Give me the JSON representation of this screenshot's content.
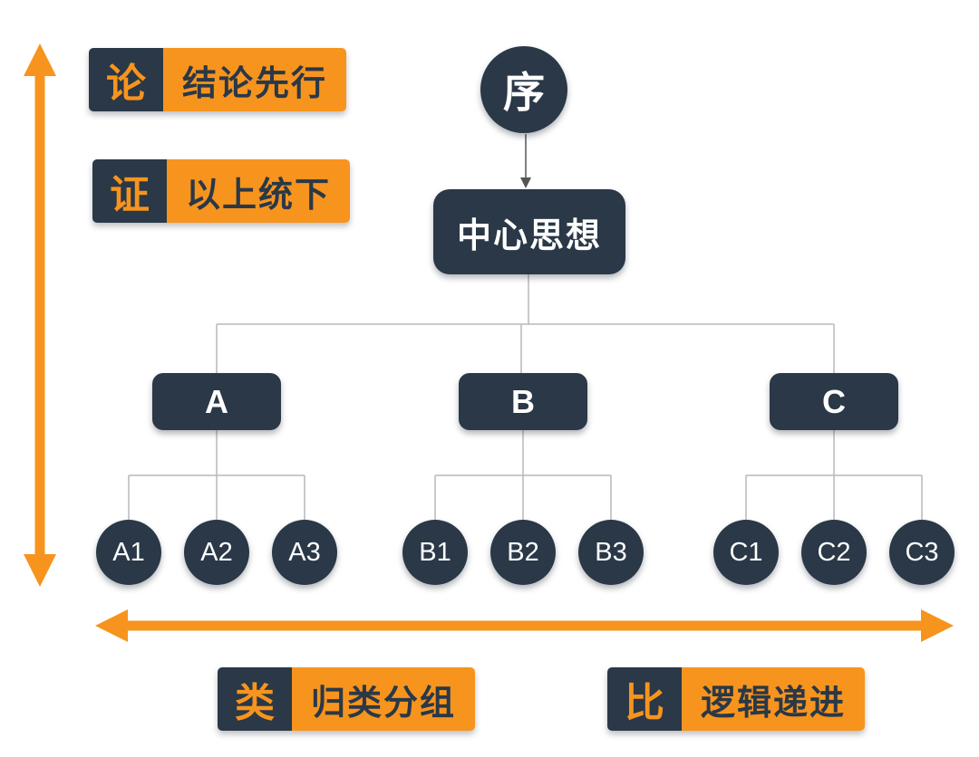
{
  "colors": {
    "dark": "#2a3847",
    "orange": "#f7941e",
    "line": "#b9b9b9",
    "arrow": "#555555",
    "text_light": "#ffffff",
    "background": "#ffffff"
  },
  "legend": {
    "top": [
      {
        "key": "论",
        "label": "结论先行"
      },
      {
        "key": "证",
        "label": "以上统下"
      }
    ],
    "bottom": [
      {
        "key": "类",
        "label": "归类分组"
      },
      {
        "key": "比",
        "label": "逻辑递进"
      }
    ]
  },
  "tree": {
    "root": "序",
    "central": "中心思想",
    "groups": [
      {
        "label": "A",
        "children": [
          "A1",
          "A2",
          "A3"
        ]
      },
      {
        "label": "B",
        "children": [
          "B1",
          "B2",
          "B3"
        ]
      },
      {
        "label": "C",
        "children": [
          "C1",
          "C2",
          "C3"
        ]
      }
    ]
  },
  "icons": {
    "vertical_axis": "double-headed-arrow-vertical",
    "horizontal_axis": "double-headed-arrow-horizontal",
    "flow_arrow": "down-arrow"
  }
}
